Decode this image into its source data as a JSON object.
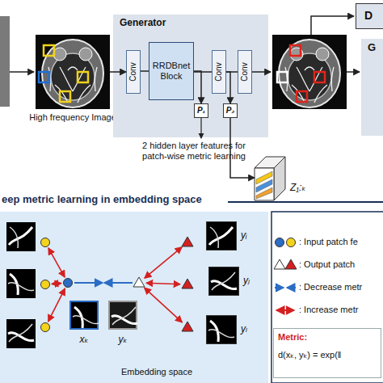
{
  "diagram": {
    "nodes": [
      {
        "text": [
          "High frequency Image"
        ]
      },
      {
        "text": [
          "Generator"
        ]
      },
      {
        "text": [
          "Conv"
        ],
        "in": 1
      },
      {
        "text": [
          "RRDBnet Block"
        ],
        "in": 1
      },
      {
        "text": [
          "Conv"
        ],
        "in": 1
      },
      {
        "text": [
          "Conv"
        ],
        "in": 1
      },
      {
        "text": [
          "P₁"
        ],
        "in": 1
      },
      {
        "text": [
          "P₂"
        ],
        "in": 1
      },
      {
        "text": [
          "Z₁:ₖ"
        ]
      },
      {
        "text": [
          "D"
        ]
      },
      {
        "text": [
          "G"
        ]
      },
      {
        "text": [
          "Embedding space"
        ]
      },
      {
        "text": [
          "xₖ"
        ],
        "in": 11
      },
      {
        "text": [
          "yₖ"
        ],
        "in": 11
      },
      {
        "text": [
          "yᵢ"
        ],
        "in": 11
      },
      {
        "text": [
          "yⱼ"
        ],
        "in": 11
      },
      {
        "text": [
          "yₗ"
        ],
        "in": 11
      },
      {
        "text": [
          "Metric:",
          "d(xₖ, yₖ) = exp(‖"
        ]
      }
    ],
    "edges": [
      {
        "from": 0,
        "to": 2,
        "arrow": "to"
      },
      {
        "from": 2,
        "to": 3,
        "arrow": "none"
      },
      {
        "from": 3,
        "to": 4,
        "arrow": "none"
      },
      {
        "from": 4,
        "to": 5,
        "arrow": "none"
      },
      {
        "from": 3,
        "to": 6,
        "arrow": "to"
      },
      {
        "from": 4,
        "to": 7,
        "arrow": "to"
      },
      {
        "from": 7,
        "to": 8,
        "arrow": "to"
      }
    ],
    "labels": [
      "2 hidden layer features for patch-wise metric learning",
      "eep metric learning in embedding space"
    ],
    "legend": [
      {
        "text": ": Input patch fe"
      },
      {
        "text": ": Output patch"
      },
      {
        "text": ": Decrease metr"
      },
      {
        "text": ": Increase metr"
      }
    ]
  }
}
